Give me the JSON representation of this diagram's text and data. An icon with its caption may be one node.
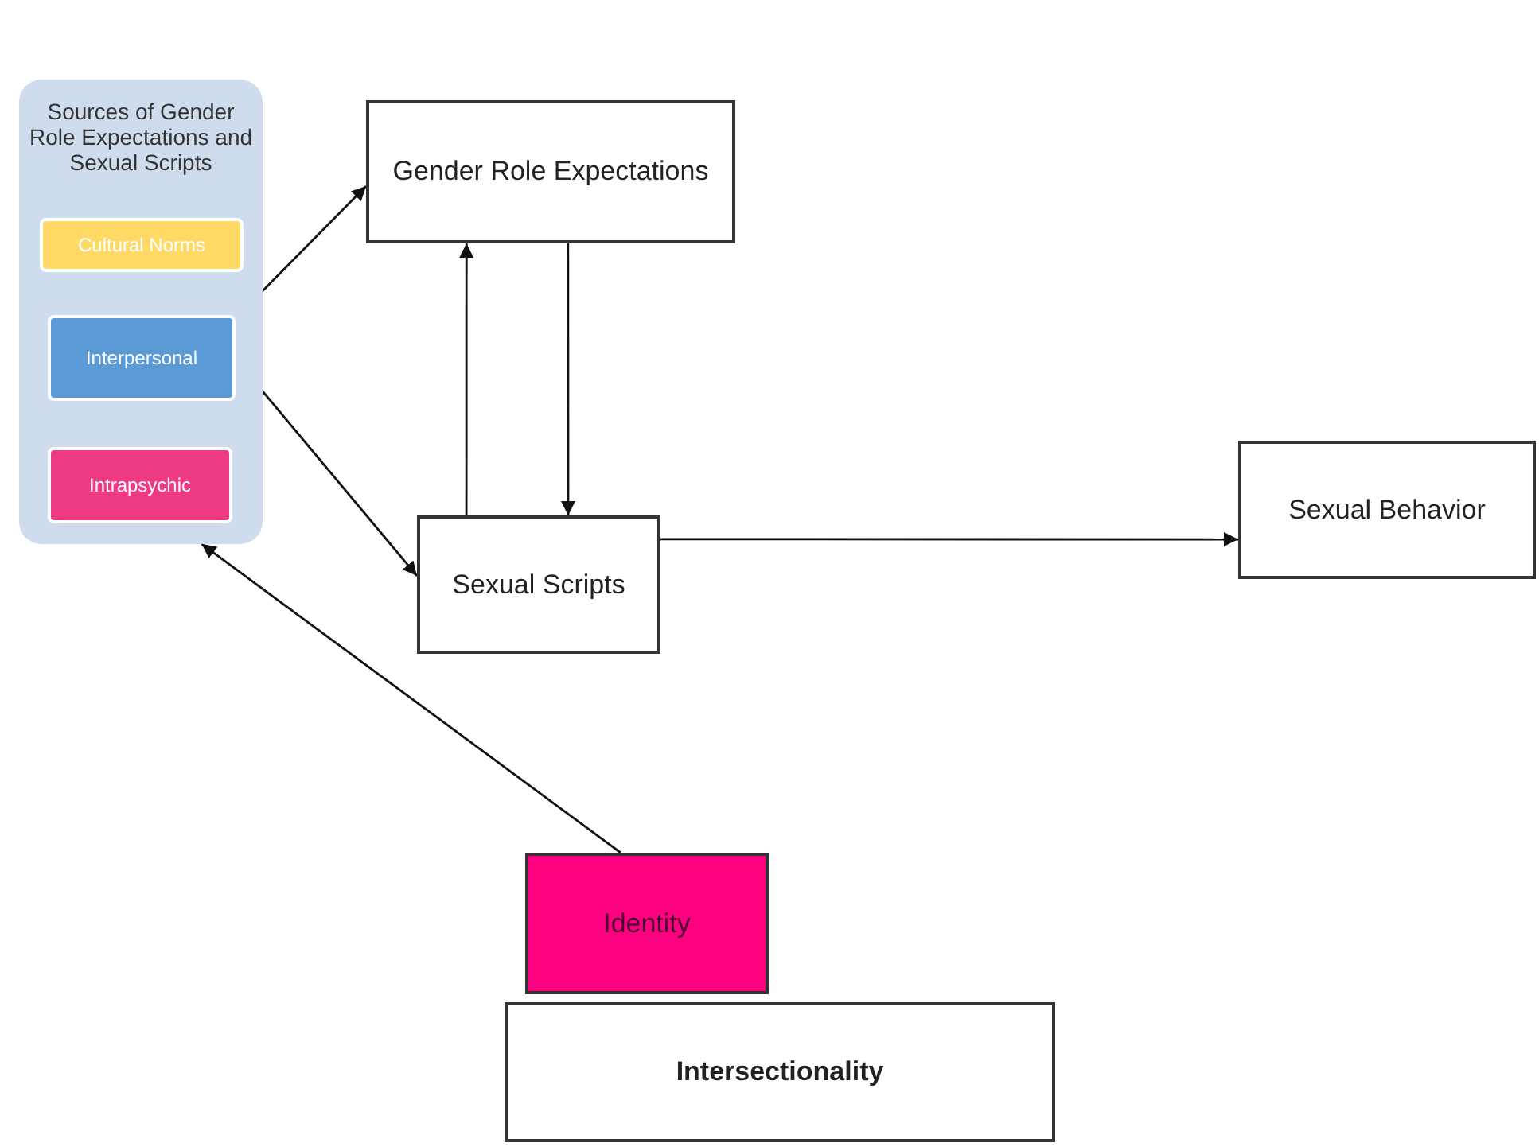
{
  "diagram": {
    "nodes": [
      {
        "text": [
          "Sources of Gender Role Expectations and Sexual Scripts"
        ]
      },
      {
        "text": [
          "Cultural Norms"
        ],
        "in": 0
      },
      {
        "text": [
          "Interpersonal"
        ],
        "in": 0
      },
      {
        "text": [
          "Intrapsychic"
        ],
        "in": 0
      },
      {
        "text": [
          "Gender Role Expectations"
        ]
      },
      {
        "text": [
          "Sexual Scripts"
        ]
      },
      {
        "text": [
          "Sexual Behavior"
        ]
      },
      {
        "text": [
          "Identity"
        ]
      },
      {
        "text": [
          "Intersectionality"
        ]
      }
    ],
    "edges": [
      {
        "from": 0,
        "to": 4,
        "arrow": "to"
      },
      {
        "from": 0,
        "to": 5,
        "arrow": "to"
      },
      {
        "from": 5,
        "to": 4,
        "arrow": "to"
      },
      {
        "from": 4,
        "to": 5,
        "arrow": "to"
      },
      {
        "from": 5,
        "to": 6,
        "arrow": "to"
      },
      {
        "from": 7,
        "to": 0,
        "arrow": "to"
      }
    ]
  }
}
